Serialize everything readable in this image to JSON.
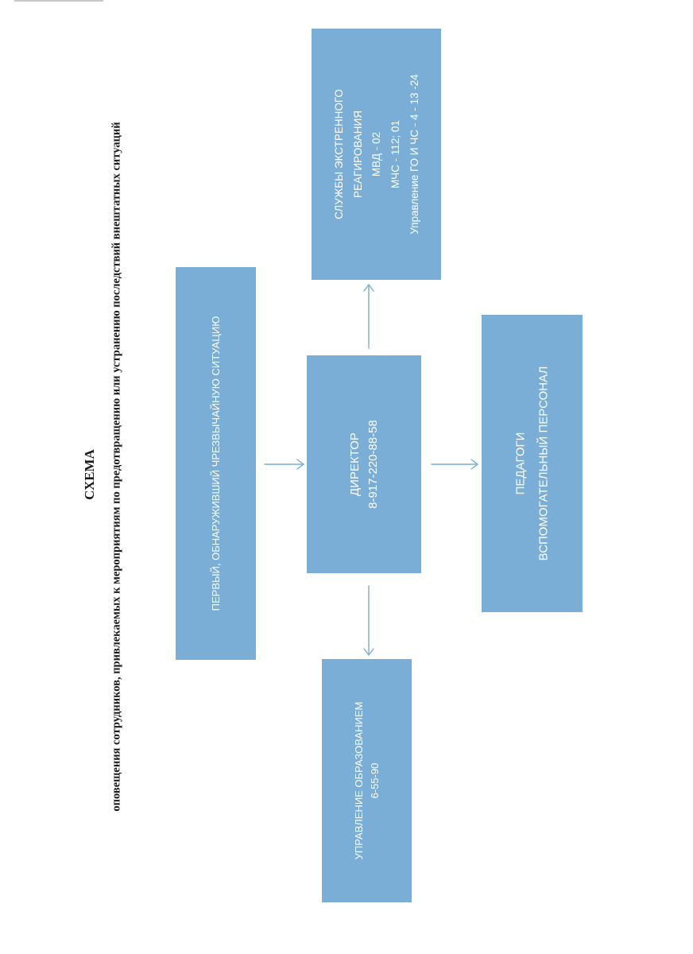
{
  "header": {
    "title": "СХЕМА",
    "subtitle": "оповещения сотрудников, привлекаемых к мероприятиям по предотвращению или устранению последствий внештатных ситуаций"
  },
  "nodes": {
    "first": {
      "lines": [
        "ПЕРВЫЙ, ОБНАРУЖИВШИЙ ЧРЕЗВЫЧАЙНУЮ СИТУАЦИЮ"
      ]
    },
    "director": {
      "lines": [
        "ДИРЕКТОР",
        "8-917-220-88-58"
      ]
    },
    "services": {
      "lines": [
        "СЛУЖБЫ ЭКСТРЕННОГО",
        "РЕАГИРОВАНИЯ",
        "МВД - 02",
        "МЧС - 112; 01",
        "Управление ГО И ЧС  - 4 - 13 -24"
      ]
    },
    "education": {
      "lines": [
        "УПРАВЛЕНИЕ ОБРАЗОВАНИЕМ",
        "6-55-90"
      ]
    },
    "teachers": {
      "lines": [
        "ПЕДАГОГИ",
        "ВСПОМОГАТЕЛЬНЫЙ ПЕРСОНАЛ"
      ]
    }
  },
  "colors": {
    "box_fill": "#7aaed6",
    "box_text": "#ffffff",
    "arrow": "#7aaed6"
  }
}
